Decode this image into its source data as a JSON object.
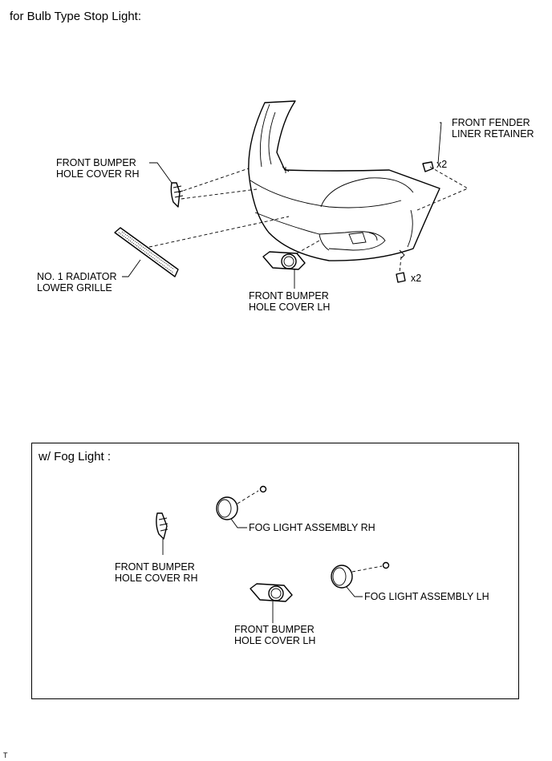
{
  "heading": "for Bulb Type Stop Light:",
  "main_labels": {
    "front_fender_liner_retainer": [
      "FRONT FENDER",
      "LINER RETAINER"
    ],
    "front_bumper_hole_cover_rh": [
      "FRONT BUMPER",
      "HOLE COVER RH"
    ],
    "no1_radiator_lower_grille": [
      "NO. 1 RADIATOR",
      "LOWER GRILLE"
    ],
    "front_bumper_hole_cover_lh": [
      "FRONT BUMPER",
      "HOLE COVER LH"
    ],
    "qty_retainer_upper": "x2",
    "qty_retainer_lower": "x2"
  },
  "inset": {
    "title": "w/ Fog Light :",
    "fog_light_assembly_rh": "FOG LIGHT ASSEMBLY RH",
    "fog_light_assembly_lh": "FOG LIGHT ASSEMBLY LH",
    "front_bumper_hole_cover_rh": [
      "FRONT BUMPER",
      "HOLE COVER RH"
    ],
    "front_bumper_hole_cover_lh": [
      "FRONT BUMPER",
      "HOLE COVER LH"
    ]
  },
  "footer_mark": "T"
}
